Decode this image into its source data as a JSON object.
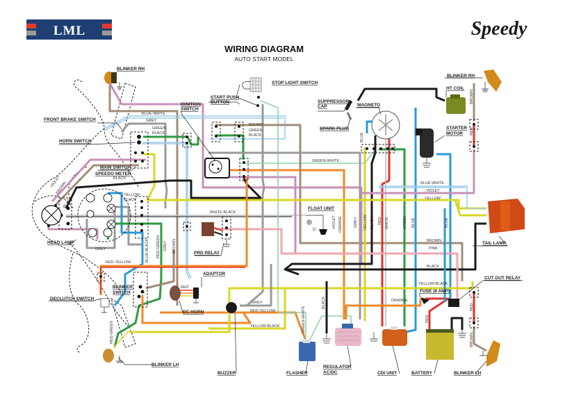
{
  "header": {
    "logo": "LML",
    "title": "WIRING DIAGRAM",
    "subtitle": "AUTO START MODEL",
    "brand": "Speedy"
  },
  "colors": {
    "logo_bg": "#1f3f73",
    "logo_red": "#e03a2f",
    "logo_grey": "#9a9a9a",
    "black": "#1a1a1a",
    "brown": "#a08c78",
    "grey": "#9a9a9a",
    "blue": "#2a9ad8",
    "light_blue": "#9ccbe8",
    "green": "#2e9a3e",
    "light_green": "#8fd4a8",
    "yellow": "#d8d626",
    "orange": "#f0892a",
    "red": "#e2322a",
    "pink": "#f0a6b0",
    "violet": "#c890b8",
    "white": "#e8e8e8"
  },
  "components": {
    "blinker_rh_front": "BLINKER RH",
    "front_brake_switch": "FRONT BRAKE SWITCH",
    "horn_switch": "HORN SWITCH",
    "main_switch": "MAIN SWITCH",
    "speedo_meter": "SPEEDO METER",
    "head_lamp": "HEAD LAMP",
    "ignition_switch_1": "IGNITION",
    "ignition_switch_2": "SWITCH",
    "start_push_button_1": "START PUSH",
    "start_push_button_2": "BUTTON",
    "stop_light_switch": "STOP LIGHT SWITCH",
    "suppressor_cap_1": "SUPPRESSOR",
    "suppressor_cap_2": "CAP",
    "magneto": "MAGNETO",
    "spark_plug": "SPARK PLUG",
    "blinker_rh_rear": "BLINKER RH",
    "ht_coil": "HT COIL",
    "starter_motor_1": "STARTER",
    "starter_motor_2": "MOTOR",
    "tail_lamp": "TAIL LAMP",
    "float_unit": "FLOAT UNIT",
    "prd_relay": "PRD RELAY",
    "adaptor": "ADAPTOR",
    "dc_horn": "DC HORN",
    "blinker_switch_1": "BLINKER",
    "blinker_switch_2": "SWITCH",
    "declutch_switch": "DECLUTCH SWITCH",
    "blinker_lh_front": "BLINKER LH",
    "buzzer": "BUZZER",
    "flasher": "FLASHER",
    "regulator_1": "REGULATOR",
    "regulator_2": "AC/DC",
    "cdi_unit": "CDI UNIT",
    "battery": "BATTERY",
    "blinker_lh_rear": "BLINKER LH",
    "cut_out_relay": "CUT OUT RELAY",
    "fuse": "FUSE (8 AMP)"
  },
  "wire_labels": {
    "blue_white_top": "BLUE-WHITE",
    "grey_top": "GREY",
    "green_black_1": "GREEN",
    "green_black_2": "BLACK",
    "black_speedo": "BLACK",
    "violet": "VIOLET",
    "brown_head": "BROWN",
    "black_head": "BLACK",
    "yellow_black_1": "YELLOW",
    "yellow_black_2": "BLACK",
    "grey_speedo": "GREY",
    "blue_black": "BLUE-BLACK",
    "red_green": "RED-GREEN",
    "grey_vert": "GREY",
    "brown_vert": "BROWN",
    "brown_start": "BROWN",
    "green_start": "GREEN",
    "black_start": "BLACK",
    "green_white": "GREEN-WHITE",
    "white_black": "WHITE-BLACK",
    "blue_magneto": "BLUE",
    "blue_white_rear": "BLUE-WHITE",
    "violet_rear": "VIOLET",
    "yellow_rear": "YELLOW",
    "violet_vert": "VIOLET",
    "orange_vert": "ORANGE",
    "grey_vert2": "GREY",
    "yellow_vert": "YELLOW",
    "black_vert": "BLACK",
    "red_vert": "RED",
    "white_vert": "WHITE",
    "green_vert": "GREEN",
    "blue_vert": "BLUE",
    "blue_vert2": "BLUE",
    "brown_rear": "BROWN",
    "pink_rear": "PINK",
    "black_rear": "BLACK",
    "brown_blinker_rh": "BROWN",
    "red_blinker_rh": "RED",
    "red_yellow_left": "RED-YELLOW",
    "red_horn": "RED",
    "red_green_lh": "RED-GREEN",
    "grey_buzzer": "GREY",
    "red_yellow_buzzer": "RED-YELLOW",
    "yellow_black_buzzer": "YELLOW-BLACK",
    "green_white_flasher": "GREEN-WHITE",
    "black_regulator": "BLACK",
    "yellow_black_rear": "YELLOW-BLACK",
    "orange_fuse": "ORANGE",
    "red_battery": "RED",
    "red_cutout": "RED",
    "brown_cutout": "BROWN"
  }
}
